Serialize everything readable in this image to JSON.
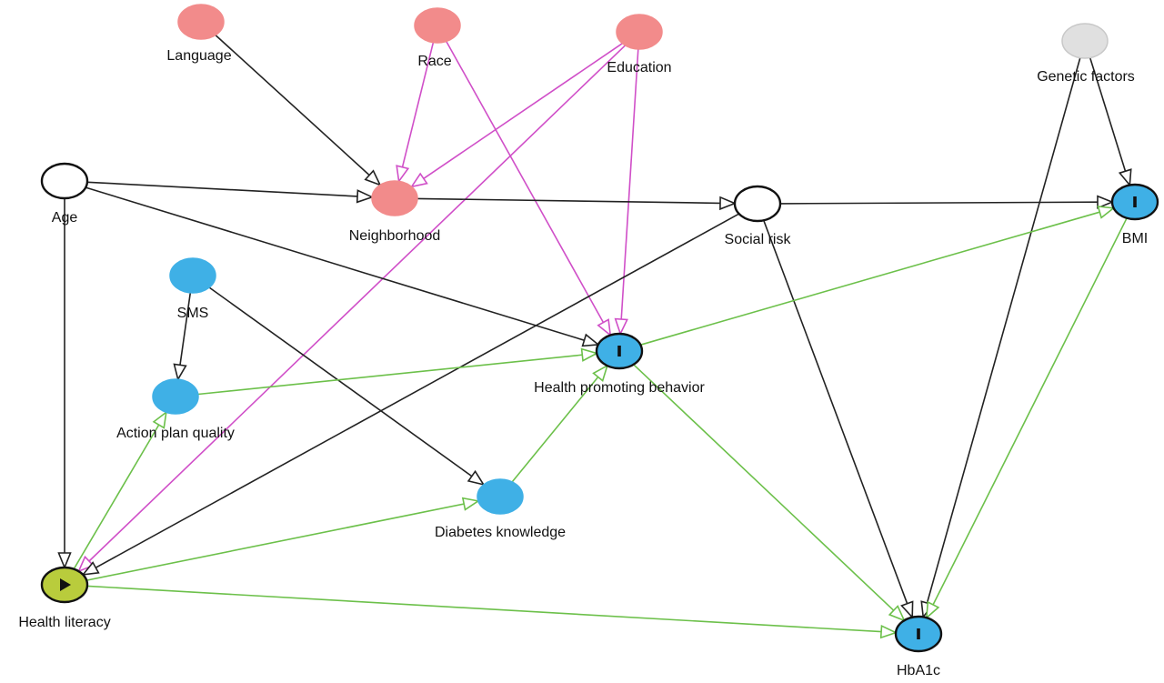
{
  "colors": {
    "confounder": "#f28b8b",
    "mediator": "#3fb0e6",
    "outcome": "#3fb0e6",
    "exposure": "#b9cc3c",
    "unobserved": "#e0e0e0",
    "plain": "#ffffff",
    "edge_causal": "#6cc04a",
    "edge_biasing": "#d04fc8",
    "edge_other": "#222222"
  },
  "nodes": [
    {
      "id": "language",
      "label": "Language",
      "kind": "confounder"
    },
    {
      "id": "race",
      "label": "Race",
      "kind": "confounder"
    },
    {
      "id": "education",
      "label": "Education",
      "kind": "confounder"
    },
    {
      "id": "genetic",
      "label": "Genetic factors",
      "kind": "unobserved"
    },
    {
      "id": "age",
      "label": "Age",
      "kind": "plain"
    },
    {
      "id": "neighborhood",
      "label": "Neighborhood",
      "kind": "confounder"
    },
    {
      "id": "socialrisk",
      "label": "Social risk",
      "kind": "plain"
    },
    {
      "id": "bmi",
      "label": "BMI",
      "kind": "outcome",
      "icon": "bar-icon"
    },
    {
      "id": "sms",
      "label": "SMS",
      "kind": "mediator"
    },
    {
      "id": "hpb",
      "label": "Health promoting behavior",
      "kind": "outcome",
      "icon": "bar-icon"
    },
    {
      "id": "apq",
      "label": "Action plan quality",
      "kind": "mediator"
    },
    {
      "id": "dk",
      "label": "Diabetes knowledge",
      "kind": "mediator"
    },
    {
      "id": "hl",
      "label": "Health literacy",
      "kind": "exposure",
      "icon": "play-icon"
    },
    {
      "id": "hba1c",
      "label": "HbA1c",
      "kind": "outcome",
      "icon": "bar-icon"
    }
  ],
  "edges": [
    {
      "from": "language",
      "to": "neighborhood",
      "type": "other"
    },
    {
      "from": "race",
      "to": "neighborhood",
      "type": "biasing"
    },
    {
      "from": "race",
      "to": "hpb",
      "type": "biasing"
    },
    {
      "from": "education",
      "to": "neighborhood",
      "type": "biasing"
    },
    {
      "from": "education",
      "to": "hpb",
      "type": "biasing"
    },
    {
      "from": "education",
      "to": "hl",
      "type": "biasing"
    },
    {
      "from": "genetic",
      "to": "bmi",
      "type": "other"
    },
    {
      "from": "genetic",
      "to": "hba1c",
      "type": "other"
    },
    {
      "from": "age",
      "to": "neighborhood",
      "type": "other"
    },
    {
      "from": "age",
      "to": "hpb",
      "type": "other"
    },
    {
      "from": "age",
      "to": "hl",
      "type": "other"
    },
    {
      "from": "neighborhood",
      "to": "socialrisk",
      "type": "other"
    },
    {
      "from": "socialrisk",
      "to": "bmi",
      "type": "other"
    },
    {
      "from": "socialrisk",
      "to": "hba1c",
      "type": "other"
    },
    {
      "from": "socialrisk",
      "to": "hl",
      "type": "other"
    },
    {
      "from": "sms",
      "to": "apq",
      "type": "other"
    },
    {
      "from": "sms",
      "to": "dk",
      "type": "other"
    },
    {
      "from": "apq",
      "to": "hpb",
      "type": "causal"
    },
    {
      "from": "dk",
      "to": "hpb",
      "type": "causal"
    },
    {
      "from": "hpb",
      "to": "bmi",
      "type": "causal"
    },
    {
      "from": "hpb",
      "to": "hba1c",
      "type": "causal"
    },
    {
      "from": "bmi",
      "to": "hba1c",
      "type": "causal"
    },
    {
      "from": "hl",
      "to": "apq",
      "type": "causal"
    },
    {
      "from": "hl",
      "to": "dk",
      "type": "causal"
    },
    {
      "from": "hl",
      "to": "hba1c",
      "type": "causal"
    }
  ]
}
